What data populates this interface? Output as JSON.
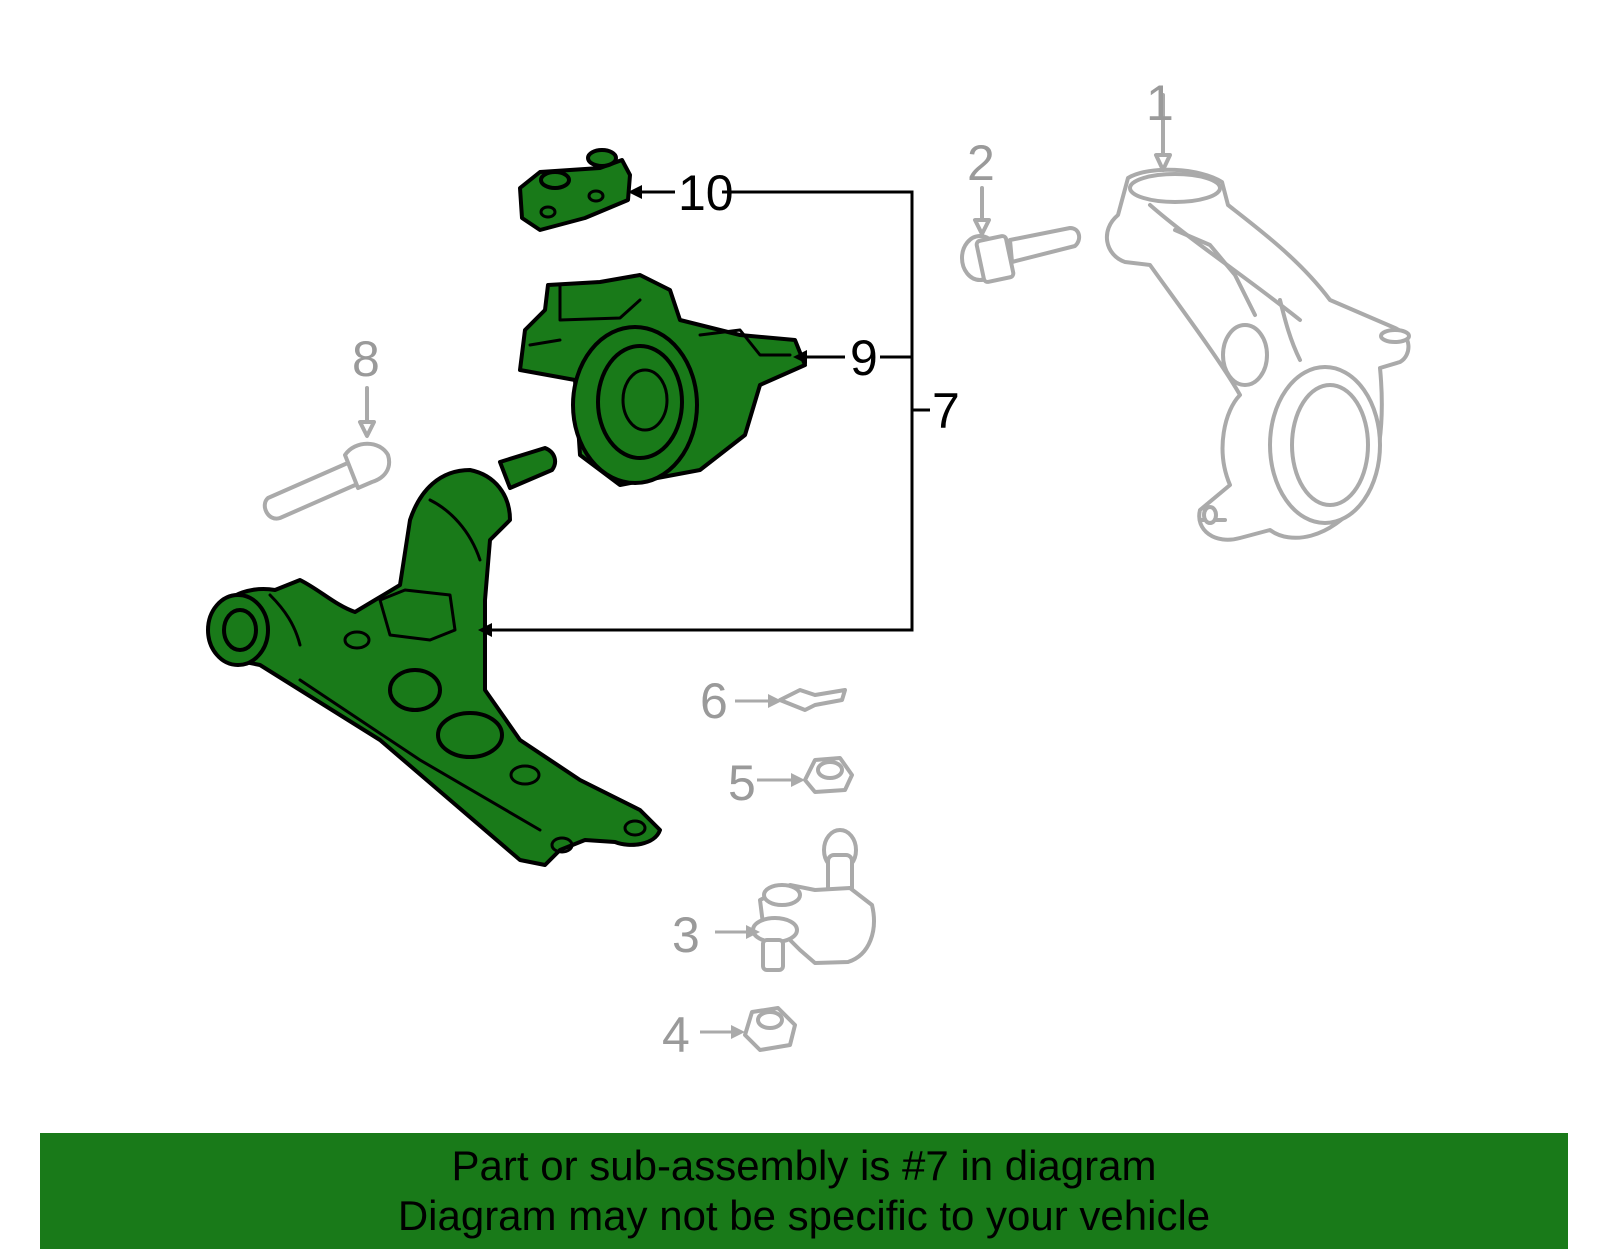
{
  "diagram": {
    "callouts": {
      "c1": "1",
      "c2": "2",
      "c3": "3",
      "c4": "4",
      "c5": "5",
      "c6": "6",
      "c7": "7",
      "c8": "8",
      "c9": "9",
      "c10": "10"
    },
    "highlight_color": "#197a19",
    "ghost_color": "#aaaaaa"
  },
  "footer": {
    "line1": "Part or sub-assembly is #7 in diagram",
    "line2": "Diagram may not be specific to your vehicle",
    "background": "#197a19"
  }
}
